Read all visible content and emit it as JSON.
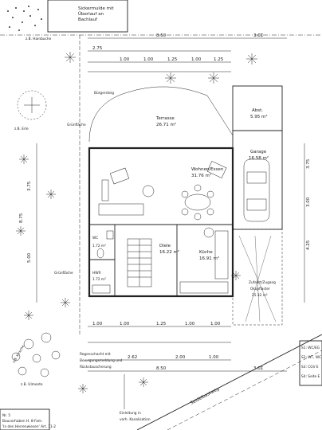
{
  "top_note": {
    "lines": [
      "Sickermulde mit",
      "Überlauf an",
      "Bachlauf"
    ]
  },
  "rooms": {
    "terrasse": {
      "name": "Terrasse",
      "area": "26.71 m²"
    },
    "wohnen": {
      "name": "Wohnen/Essen",
      "area": "31.76 m²"
    },
    "diele": {
      "name": "Diele",
      "area": "16.22 m²"
    },
    "kueche": {
      "name": "Küche",
      "area": "16.91 m²"
    },
    "wc": {
      "name": "WC",
      "area": "1.72 m²"
    },
    "hwr": {
      "name": "HWR",
      "area": "1.72 m²"
    },
    "abst": {
      "name": "Abst.",
      "area": "5.95 m²"
    },
    "garage": {
      "name": "Garage",
      "area": "16.58 m²"
    }
  },
  "labels": {
    "grunflaeche": "Grünfläche",
    "buegesteig": "Bürgersteig",
    "zufahrt": "Zufahrt/Zugang",
    "zufahrt_sub": "Okopflaster",
    "zufahrt_area": "25.32 m²",
    "regen": "Regenschacht mit",
    "regen2": "Bewegungsmeldung und",
    "regen3": "Rückstauscherung",
    "street": "Seidelbastweg",
    "einleitung": "Einleitung in",
    "einleitung2": "vorh. Kanalisation",
    "bauleiter_1": "Bauvorhaben H. 8-Fam.",
    "bauleiter_2": "'In den Herrenwiesen' Art. 11-2",
    "baum_erle": "z.B. Erle",
    "baum_kirsche": "z.B. Kirsche",
    "baum_hainbuche": "z.B. Hainbuche",
    "baum_ulmente": "z.B. Ulmente",
    "sub_num": "Nr. 5"
  },
  "dims": {
    "top_total": "8.50",
    "top_right": "3.0Σ",
    "row2": [
      "2.75",
      "1.00",
      "1.00",
      "1.25",
      "1.00",
      "1.25"
    ],
    "left_vert": [
      "8.75",
      "3.75",
      "5.00"
    ],
    "bottom_total": "8.50",
    "bottom_right": "3.0Σ",
    "bottom_row1": [
      "1.00",
      "1.00",
      "1.25",
      "1.00",
      "1.00"
    ],
    "bottom_row2": [
      "2.62",
      "2.00",
      "1.00"
    ],
    "right_vert": [
      "3.75",
      "3.00",
      "4.25"
    ]
  },
  "legend": {
    "items": [
      "S1: WC/EG",
      "S2: WT, WC",
      "S3: CGV E",
      "S4: Seite E"
    ]
  },
  "page_corner": "Nr. 5"
}
